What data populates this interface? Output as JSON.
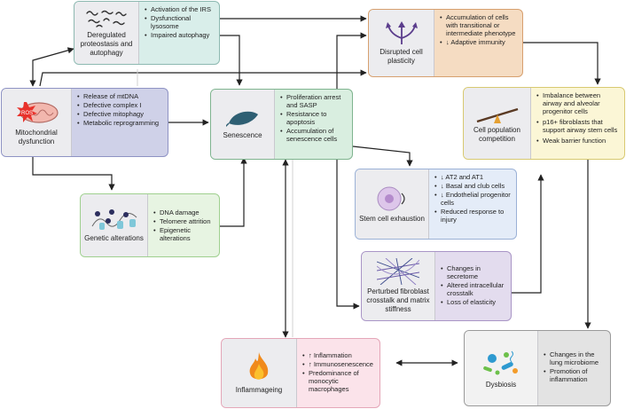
{
  "nodes": {
    "proteostasis": {
      "title": "Deregulated proteostasis and autophagy",
      "items": [
        "Activation of the IRS",
        "Dysfunctional lysosome",
        "Impaired autophagy"
      ]
    },
    "plasticity": {
      "title": "Disrupted cell plasticity",
      "items": [
        "Accumulation of cells with transitional or intermediate phenotype",
        "↓ Adaptive immunity"
      ]
    },
    "mitochondrial": {
      "title": "Mitochondrial dysfunction",
      "icon_label": "ROS",
      "items": [
        "Release of mtDNA",
        "Defective complex I",
        "Defective mitophagy",
        "Metabolic reprogramming"
      ]
    },
    "senescence": {
      "title": "Senescence",
      "items": [
        "Proliferation arrest and SASP",
        "Resistance to apoptosis",
        "Accumulation of senescence cells"
      ]
    },
    "population": {
      "title": "Cell population competition",
      "items": [
        "Imbalance between airway and alveolar progenitor cells",
        "p16+ fibroblasts that support airway stem cells",
        "Weak barrier function"
      ]
    },
    "genetic": {
      "title": "Genetic alterations",
      "items": [
        "DNA damage",
        "Telomere attrition",
        "Epigenetic alterations"
      ]
    },
    "stemcell": {
      "title": "Stem cell exhaustion",
      "items": [
        "↓ AT2 and AT1",
        "↓ Basal and club cells",
        "↓ Endothelial progenitor cells",
        "Reduced response to injury"
      ]
    },
    "fibroblast": {
      "title": "Perturbed fibroblast crosstalk and matrix stiffness",
      "items": [
        "Changes in secretome",
        "Altered intracellular crosstalk",
        "Loss of elasticity"
      ]
    },
    "inflamm": {
      "title": "Inflammageing",
      "items": [
        "↑ Inflammation",
        "↑ Immunosenescence",
        "Predominance of monocytic macrophages"
      ]
    },
    "dysbiosis": {
      "title": "Dysbiosis",
      "items": [
        "Changes in the lung microbiome",
        "Promotion of inflammation"
      ]
    }
  },
  "colors": {
    "proteostasis": "#d9eeea",
    "plasticity": "#f5dcc2",
    "mitochondrial": "#cfd1e8",
    "senescence": "#d9eee0",
    "population": "#fbf6d6",
    "genetic": "#e7f4e2",
    "stemcell": "#e4ecf8",
    "fibroblast": "#e3dcee",
    "inflamm": "#fbe3ea",
    "dysbiosis": "#e3e3e3",
    "arrow": "#222222"
  }
}
